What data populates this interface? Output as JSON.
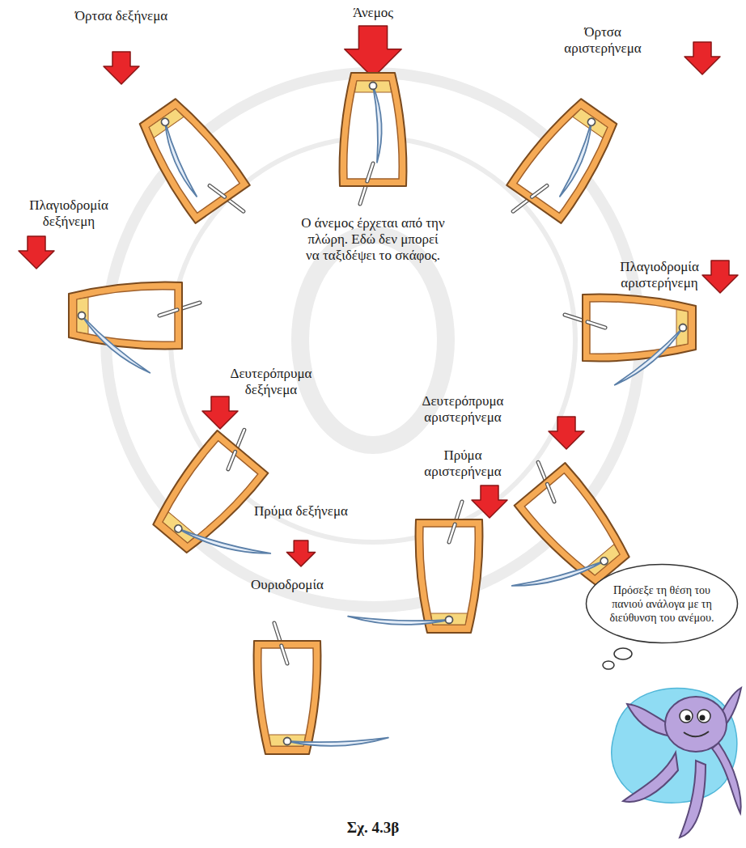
{
  "diagram": {
    "caption": "Σχ. 4.3β",
    "nodes": [
      {
        "text": [
          "Πρόσεξε τη θέση του πανιού ανάλογα με τη διεύθυνση του ανέμου."
        ]
      }
    ],
    "labels": [
      "Άνεμος",
      "Όρτσα δεξήνεμα",
      "Όρτσα αριστερήνεμα",
      "Ο άνεμος έρχεται από την πλώρη. Εδώ δεν μπορεί να ταξιδέψει το σκάφος.",
      "Πλαγιοδρομία δεξήνεμη",
      "Πλαγιοδρομία αριστερήνεμη",
      "Δευτερόπρυμα δεξήνεμα",
      "Δευτερόπρυμα αριστερήνεμα",
      "Πρύμα αριστερήνεμα",
      "Πρύμα δεξήνεμα",
      "Ουριοδρομία"
    ]
  }
}
